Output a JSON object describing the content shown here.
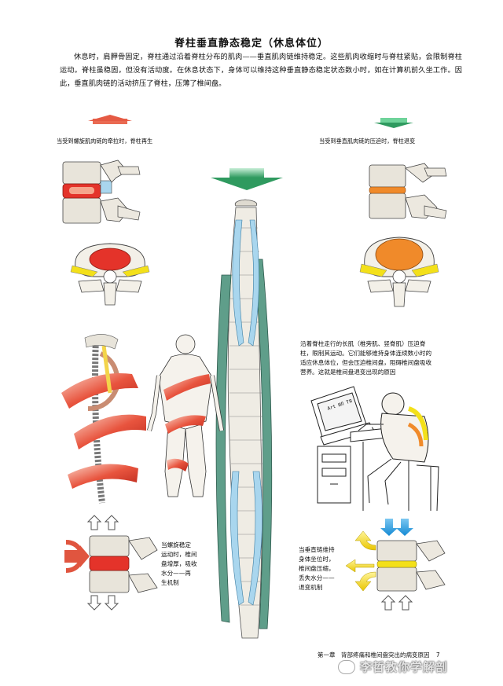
{
  "page": {
    "title": "脊柱垂直静态稳定（休息体位）",
    "intro": "休息时，肩胛骨固定，脊柱通过沿着脊柱分布的肌肉——垂直肌肉链维持稳定。这些肌肉收缩时与脊柱紧贴，会限制脊柱运动。脊柱虽稳固，但没有活动度。在休息状态下，身体可以维持这种垂直静态稳定状态数小时，如在计算机前久坐工作。因此，垂直肌肉链的活动挤压了脊柱，压薄了椎间盘。"
  },
  "captions": {
    "left_top": "当受到螺旋肌肉链的牵拉时，脊柱再生",
    "right_top": "当受到垂直肌肉链的压迫时，脊柱退变",
    "left_note": [
      "当螺旋稳定",
      "运动时，椎间",
      "盘增厚，吸收",
      "水分——再",
      "生机制"
    ],
    "right_note": [
      "当垂直链维持",
      "身体坐位时，",
      "椎间盘压缩，",
      "丢失水分——",
      "退变机制"
    ],
    "computer_note": [
      "沿着脊柱走行的长肌（椎旁肌、竖脊肌）压迫脊",
      "柱，限制其运动。它们能够维持身体连续数小时的",
      "适应休息体位，但会压迫椎间盘，阻碍椎间盘吸收",
      "营养。这就是椎间盘退变出现的原因"
    ],
    "screen_text": "Art ИЛ ТЯ"
  },
  "footer": {
    "chapter": "第一章　背部疼痛和椎间盘突出的病变原因",
    "page_no": "7",
    "watermark": "李哲教你学解剖"
  },
  "colors": {
    "red_arrow": "#e0553f",
    "green_arrow": "#3aa56a",
    "muscle_green": "#5f9e8a",
    "muscle_blue": "#a9d6ee",
    "disc_red": "#e4332a",
    "disc_orange": "#f08a2a",
    "yellow": "#f3e01a",
    "blue_arrow": "#1f9de0"
  }
}
